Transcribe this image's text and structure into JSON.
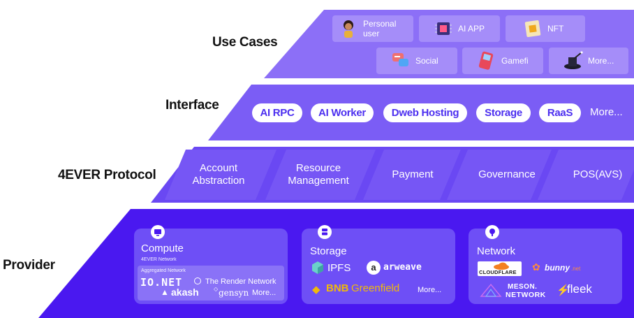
{
  "rows": {
    "use_cases": "Use Cases",
    "interface": "Interface",
    "protocol": "4EVER Protocol",
    "provider": "Provider"
  },
  "use_cases": {
    "row1": [
      "Personal user",
      "AI APP",
      "NFT"
    ],
    "row2": [
      "Social",
      "Gamefi",
      "More..."
    ]
  },
  "interface": {
    "pills": [
      "AI RPC",
      "AI Worker",
      "Dweb Hosting",
      "Storage",
      "RaaS"
    ],
    "more": "More..."
  },
  "protocol": {
    "items": [
      "Account\nAbstraction",
      "Resource\nManagement",
      "Payment",
      "Governance",
      "POS(AVS)"
    ]
  },
  "provider": {
    "compute": {
      "title": "Compute",
      "subtitle": "4EVER Network",
      "aggregated": "Aggregated Network",
      "logos": [
        "IO.NET",
        "The Render Network",
        "akash",
        "gensyn"
      ],
      "more": "More..."
    },
    "storage": {
      "title": "Storage",
      "logos": [
        "IPFS",
        "arweave",
        "BNB",
        "Greenfield"
      ],
      "more": "More..."
    },
    "network": {
      "title": "Network",
      "logos": [
        "CLOUDFLARE",
        "bunny",
        ".net",
        "MESON.",
        "NETWORK",
        "fleek"
      ]
    }
  },
  "colors": {
    "use_cases_band": "#8c6ff7",
    "interface_band": "#7b5df5",
    "protocol_band": "#6a48f3",
    "provider_band": "#4a18f0",
    "pill_text": "#4c2ff0"
  }
}
